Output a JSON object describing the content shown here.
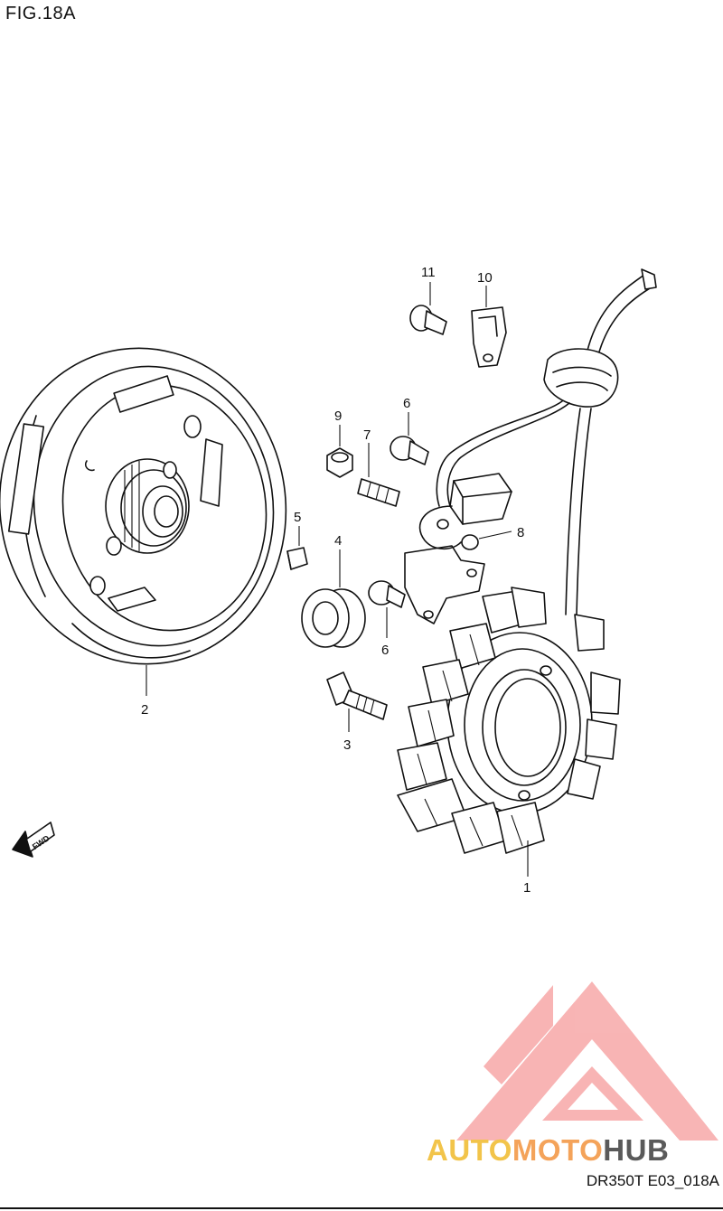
{
  "figure": {
    "title": "FIG.18A",
    "drawing_code": "DR350T E03_018A"
  },
  "parts": [
    {
      "ref": "1"
    },
    {
      "ref": "2"
    },
    {
      "ref": "3"
    },
    {
      "ref": "4"
    },
    {
      "ref": "5"
    },
    {
      "ref": "6"
    },
    {
      "ref": "6"
    },
    {
      "ref": "7"
    },
    {
      "ref": "8"
    },
    {
      "ref": "9"
    },
    {
      "ref": "10"
    },
    {
      "ref": "11"
    }
  ],
  "direction_marker": {
    "label": "FWD",
    "icon": "fwd-arrow-icon"
  },
  "watermark": {
    "text_part1": "AUTO",
    "text_part2": "MOTO",
    "text_part3": "HUB",
    "colors": {
      "part1": "#f2c44a",
      "part2": "#f4a35a",
      "part3": "#5a5a5a",
      "triangle": "#f7a8a8"
    }
  }
}
